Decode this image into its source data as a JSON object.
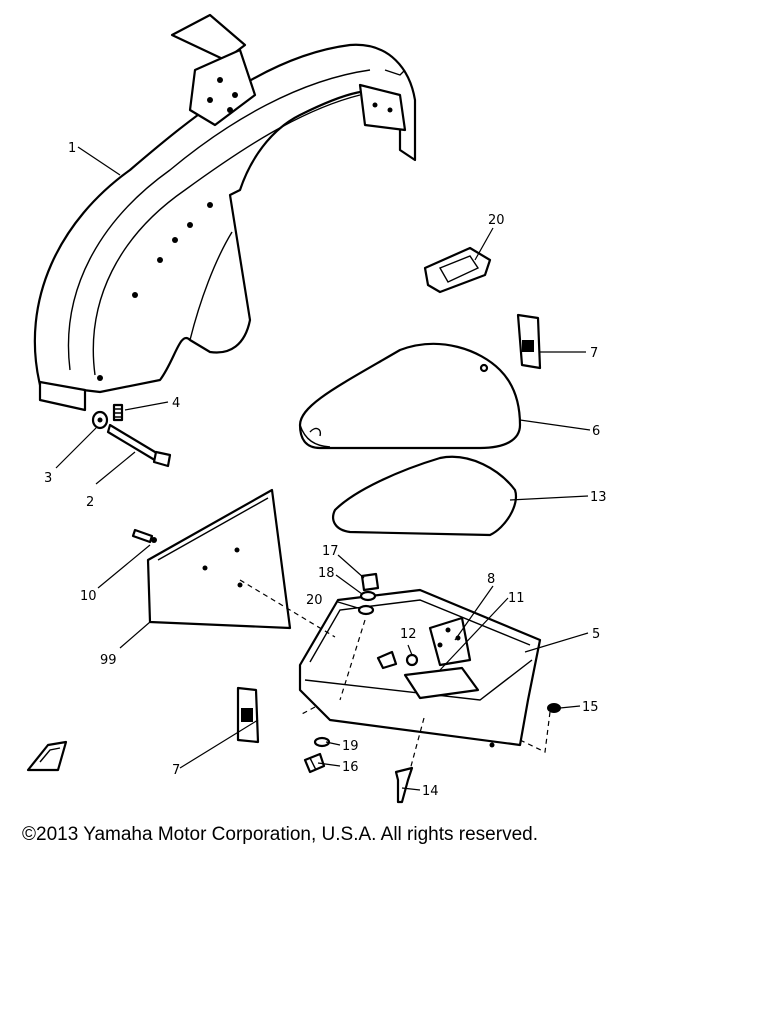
{
  "callouts": {
    "c1": "1",
    "c2": "2",
    "c3": "3",
    "c4": "4",
    "c5": "5",
    "c6": "6",
    "c7_top": "7",
    "c7_bottom": "7",
    "c8": "8",
    "c10": "10",
    "c11": "11",
    "c12": "12",
    "c13": "13",
    "c14": "14",
    "c15": "15",
    "c16": "16",
    "c17": "17",
    "c18": "18",
    "c19": "19",
    "c20_top": "20",
    "c20_mid": "20",
    "c99": "99"
  },
  "copyright": "©2013 Yamaha Motor Corporation, U.S.A. All rights reserved."
}
